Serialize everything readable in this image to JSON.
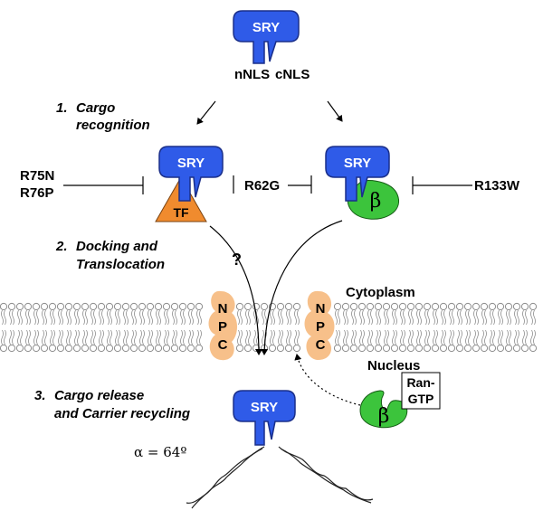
{
  "labels": {
    "sry": "SRY",
    "nnls": "nNLS",
    "cnls": "cNLS",
    "step1_num": "1.",
    "step1_line1": "Cargo",
    "step1_line2": "recognition",
    "step2_num": "2.",
    "step2_line1": "Docking and",
    "step2_line2": "Translocation",
    "step3_num": "3.",
    "step3_line1": "Cargo release",
    "step3_line2": "and Carrier recycling",
    "r75n": "R75N",
    "r76p": "R76P",
    "r62g": "R62G",
    "r133w": "R133W",
    "tf": "TF",
    "beta": "β",
    "question": "?",
    "npc_letters": [
      "N",
      "P",
      "C"
    ],
    "cytoplasm": "Cytoplasm",
    "nucleus": "Nucleus",
    "ran_line1": "Ran-",
    "ran_line2": "GTP",
    "alpha": "α = 64º"
  },
  "colors": {
    "sry_fill": "#2f5be8",
    "sry_stroke": "#1a2f8a",
    "tf_fill": "#f08b2e",
    "beta_fill": "#3cc43c",
    "npc_fill": "#f7c08a",
    "membrane": "#8c8c8c"
  }
}
